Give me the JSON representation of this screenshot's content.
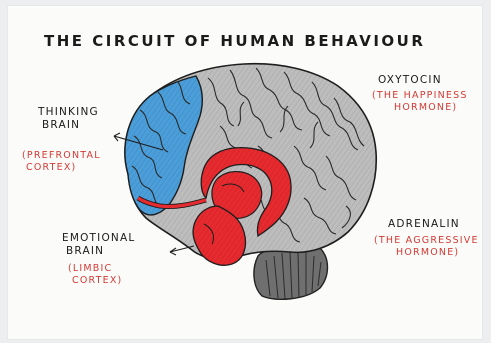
{
  "title": "THE CIRCUIT OF HUMAN BEHAVIOUR",
  "labels": {
    "thinking": {
      "line1": "THINKING",
      "line2": "BRAIN",
      "sub1": "(PREFRONTAL",
      "sub2": "CORTEX)"
    },
    "emotional": {
      "line1": "EMOTIONAL",
      "line2": "BRAIN",
      "sub1": "(LIMBIC",
      "sub2": "CORTEX)"
    },
    "oxytocin": {
      "name": "OXYTOCIN",
      "sub1": "(THE HAPPINESS",
      "sub2": "HORMONE)"
    },
    "adrenalin": {
      "name": "ADRENALIN",
      "sub1": "(THE AGGRESSIVE",
      "sub2": "HORMONE)"
    }
  },
  "colors": {
    "prefrontal": "#4a9bd6",
    "limbic": "#e22a2e",
    "cortex": "#b9b9b9",
    "ink": "#1b1b1b",
    "red_text": "#d43a34"
  },
  "icons": [
    "brain-illustration",
    "arrow-left-icon"
  ]
}
